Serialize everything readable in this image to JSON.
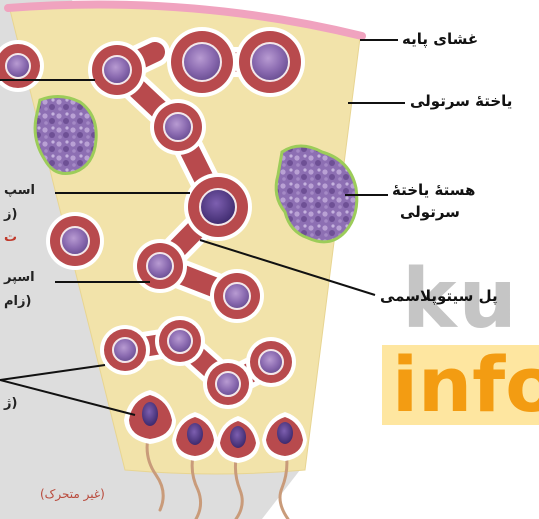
{
  "labels": {
    "basement_membrane": "غشای پایه",
    "sertoli_cell": "یاختۀ سرتولی",
    "sertoli_nucleus_line1": "هستۀ یاختۀ",
    "sertoli_nucleus_line2": "سرتولی",
    "cytoplasmic_bridge": "پل سیتوپلاسمی",
    "non_motile": "(غیر متحرک)"
  },
  "cut_labels": {
    "left_1": "اسپ",
    "left_2": "(ز",
    "left_3": "ت",
    "left_4": "اسپر",
    "left_5": "(زام",
    "left_6": "(ژ"
  },
  "watermark": {
    "part1": "ku",
    "part2": "info"
  },
  "colors": {
    "basement_membrane": "#f0a3bf",
    "sertoli_cytoplasm": "#f2e3aa",
    "spermatocyte_ring": "#b84a4d",
    "cell_nucleus": "#8b6bb0",
    "sertoli_nucleus_border": "#9ccc5a",
    "tail": "#c99b7a",
    "label_red": "#c0392b"
  },
  "icons": [
    "wedge-logo-watermark"
  ]
}
